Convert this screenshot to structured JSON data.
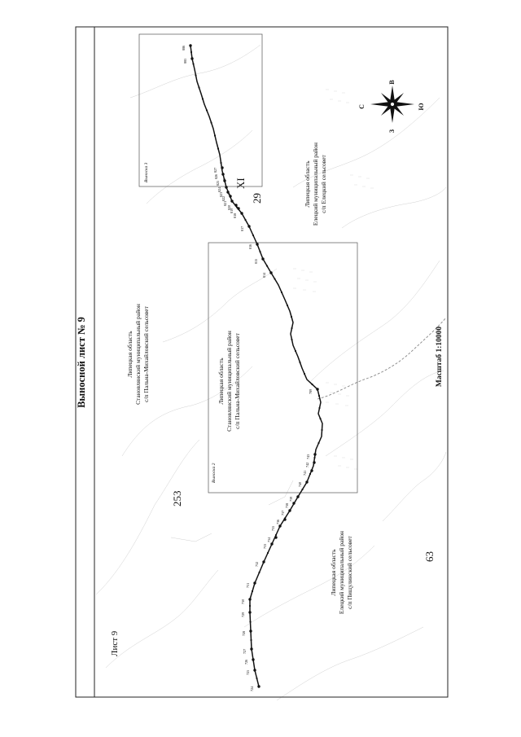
{
  "sheet": {
    "title": "Выносной лист № 9",
    "sheet_label": "Лист 9",
    "scale": "Масштаб 1:10000"
  },
  "regions": {
    "stanovlyansky_top": [
      "Липецкая область",
      "Становлянский муниципальный район",
      "с/п Пальна-Михайловский сельсовет"
    ],
    "stanovlyansky_center": [
      "Липецкая область",
      "Становлянский муниципальный район",
      "с/п Пальна-Михайловский сельсовет"
    ],
    "yeletsky_pishulinsky": [
      "Липецкая область",
      "Елецкий муниципальный район",
      "с/п Пищулинский сельсовет"
    ],
    "yeletsky_yeletsky": [
      "Липецкая область",
      "Елецкий муниципальный район",
      "с/п Елецкий сельсовет"
    ]
  },
  "insets": {
    "inset_2": "Выноска 2",
    "inset_3": "Выноска 3"
  },
  "compass": {
    "n": "С",
    "e": "В",
    "s": "Ю",
    "w": "З"
  },
  "background_marks": [
    "XI",
    "29",
    "253",
    "63"
  ],
  "route_points": [
    {
      "label": "724"
    },
    {
      "label": "725"
    },
    {
      "label": "726"
    },
    {
      "label": "727"
    },
    {
      "label": "728"
    },
    {
      "label": "729"
    },
    {
      "label": "730"
    },
    {
      "label": "731"
    },
    {
      "label": "732"
    },
    {
      "label": "733"
    },
    {
      "label": "734"
    },
    {
      "label": "735"
    },
    {
      "label": "736"
    },
    {
      "label": "737"
    },
    {
      "label": "738"
    },
    {
      "label": "739"
    },
    {
      "label": "740"
    },
    {
      "label": "741"
    },
    {
      "label": "742"
    },
    {
      "label": "743"
    },
    {
      "label": "789"
    },
    {
      "label": "814"
    },
    {
      "label": "815"
    },
    {
      "label": "816"
    },
    {
      "label": "817"
    },
    {
      "label": "818"
    },
    {
      "label": "819"
    },
    {
      "label": "820"
    },
    {
      "label": "821"
    },
    {
      "label": "822"
    },
    {
      "label": "823"
    },
    {
      "label": "824"
    },
    {
      "label": "825"
    },
    {
      "label": "826"
    },
    {
      "label": "827"
    },
    {
      "label": "885"
    },
    {
      "label": "886"
    }
  ],
  "colors": {
    "route": "#111111",
    "frame": "#222222",
    "background_lines": "#b4b4b4"
  }
}
